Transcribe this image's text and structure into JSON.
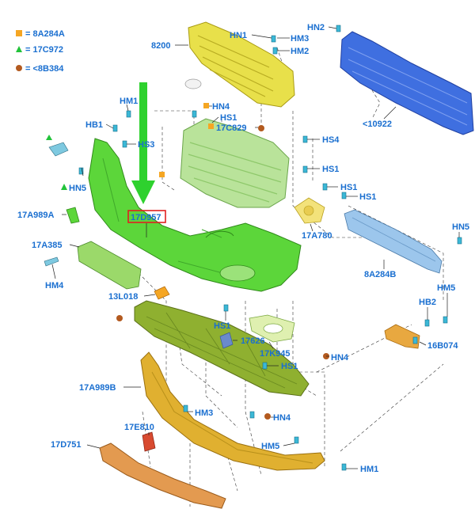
{
  "legend": [
    {
      "symbol": "square-orange",
      "text": "= 8A284A",
      "color": "#f5a623"
    },
    {
      "symbol": "triangle-green",
      "text": "= 17C972",
      "color": "#22c33a"
    },
    {
      "symbol": "circle-brown",
      "text": "= <8B384",
      "color": "#b35a1f"
    }
  ],
  "highlight": {
    "label": "17D957",
    "box_color": "#e02020",
    "arrow_color": "#2ed12e"
  },
  "colors": {
    "label": "#1a6fd0",
    "grille_yellow": "#e8e04a",
    "bumper_green": "#5cd63a",
    "grille_lightgreen": "#b9e39a",
    "beam_blue": "#3f6fe0",
    "undertray_olive": "#8fb030",
    "lower_orange": "#e0b030",
    "lip_orange": "#e39a50"
  },
  "labels": {
    "l8200": "8200",
    "hn1_top": "HN1",
    "hm3_top": "HM3",
    "hm2": "HM2",
    "hn2": "HN2",
    "c10922": "<10922",
    "hm1_top": "HM1",
    "hn4_top": "HN4",
    "hs1_a": "HS1",
    "c17c829": "17C829",
    "hb1": "HB1",
    "hs3": "HS3",
    "hs4": "HS4",
    "hs1_b": "HS1",
    "hn5_left": "HN5",
    "hs1_c": "HS1",
    "hs1_d": "HS1",
    "l17a989a": "17A989A",
    "l17a780": "17A780",
    "hn5_right": "HN5",
    "l17a385": "17A385",
    "l8a284b": "8A284B",
    "hm4": "HM4",
    "l13l018": "13L018",
    "hm5_right": "HM5",
    "hb2": "HB2",
    "hs1_e": "HS1",
    "l17626": "17626",
    "l16b074": "16B074",
    "l17k945": "17K945",
    "hn4_mid": "HN4",
    "hs1_f": "HS1",
    "l17a989b": "17A989B",
    "hm3_bottom": "HM3",
    "hn4_bottom": "HN4",
    "l17e810": "17E810",
    "l17d751": "17D751",
    "hm5_bottom": "HM5",
    "hm1_bottom": "HM1"
  }
}
